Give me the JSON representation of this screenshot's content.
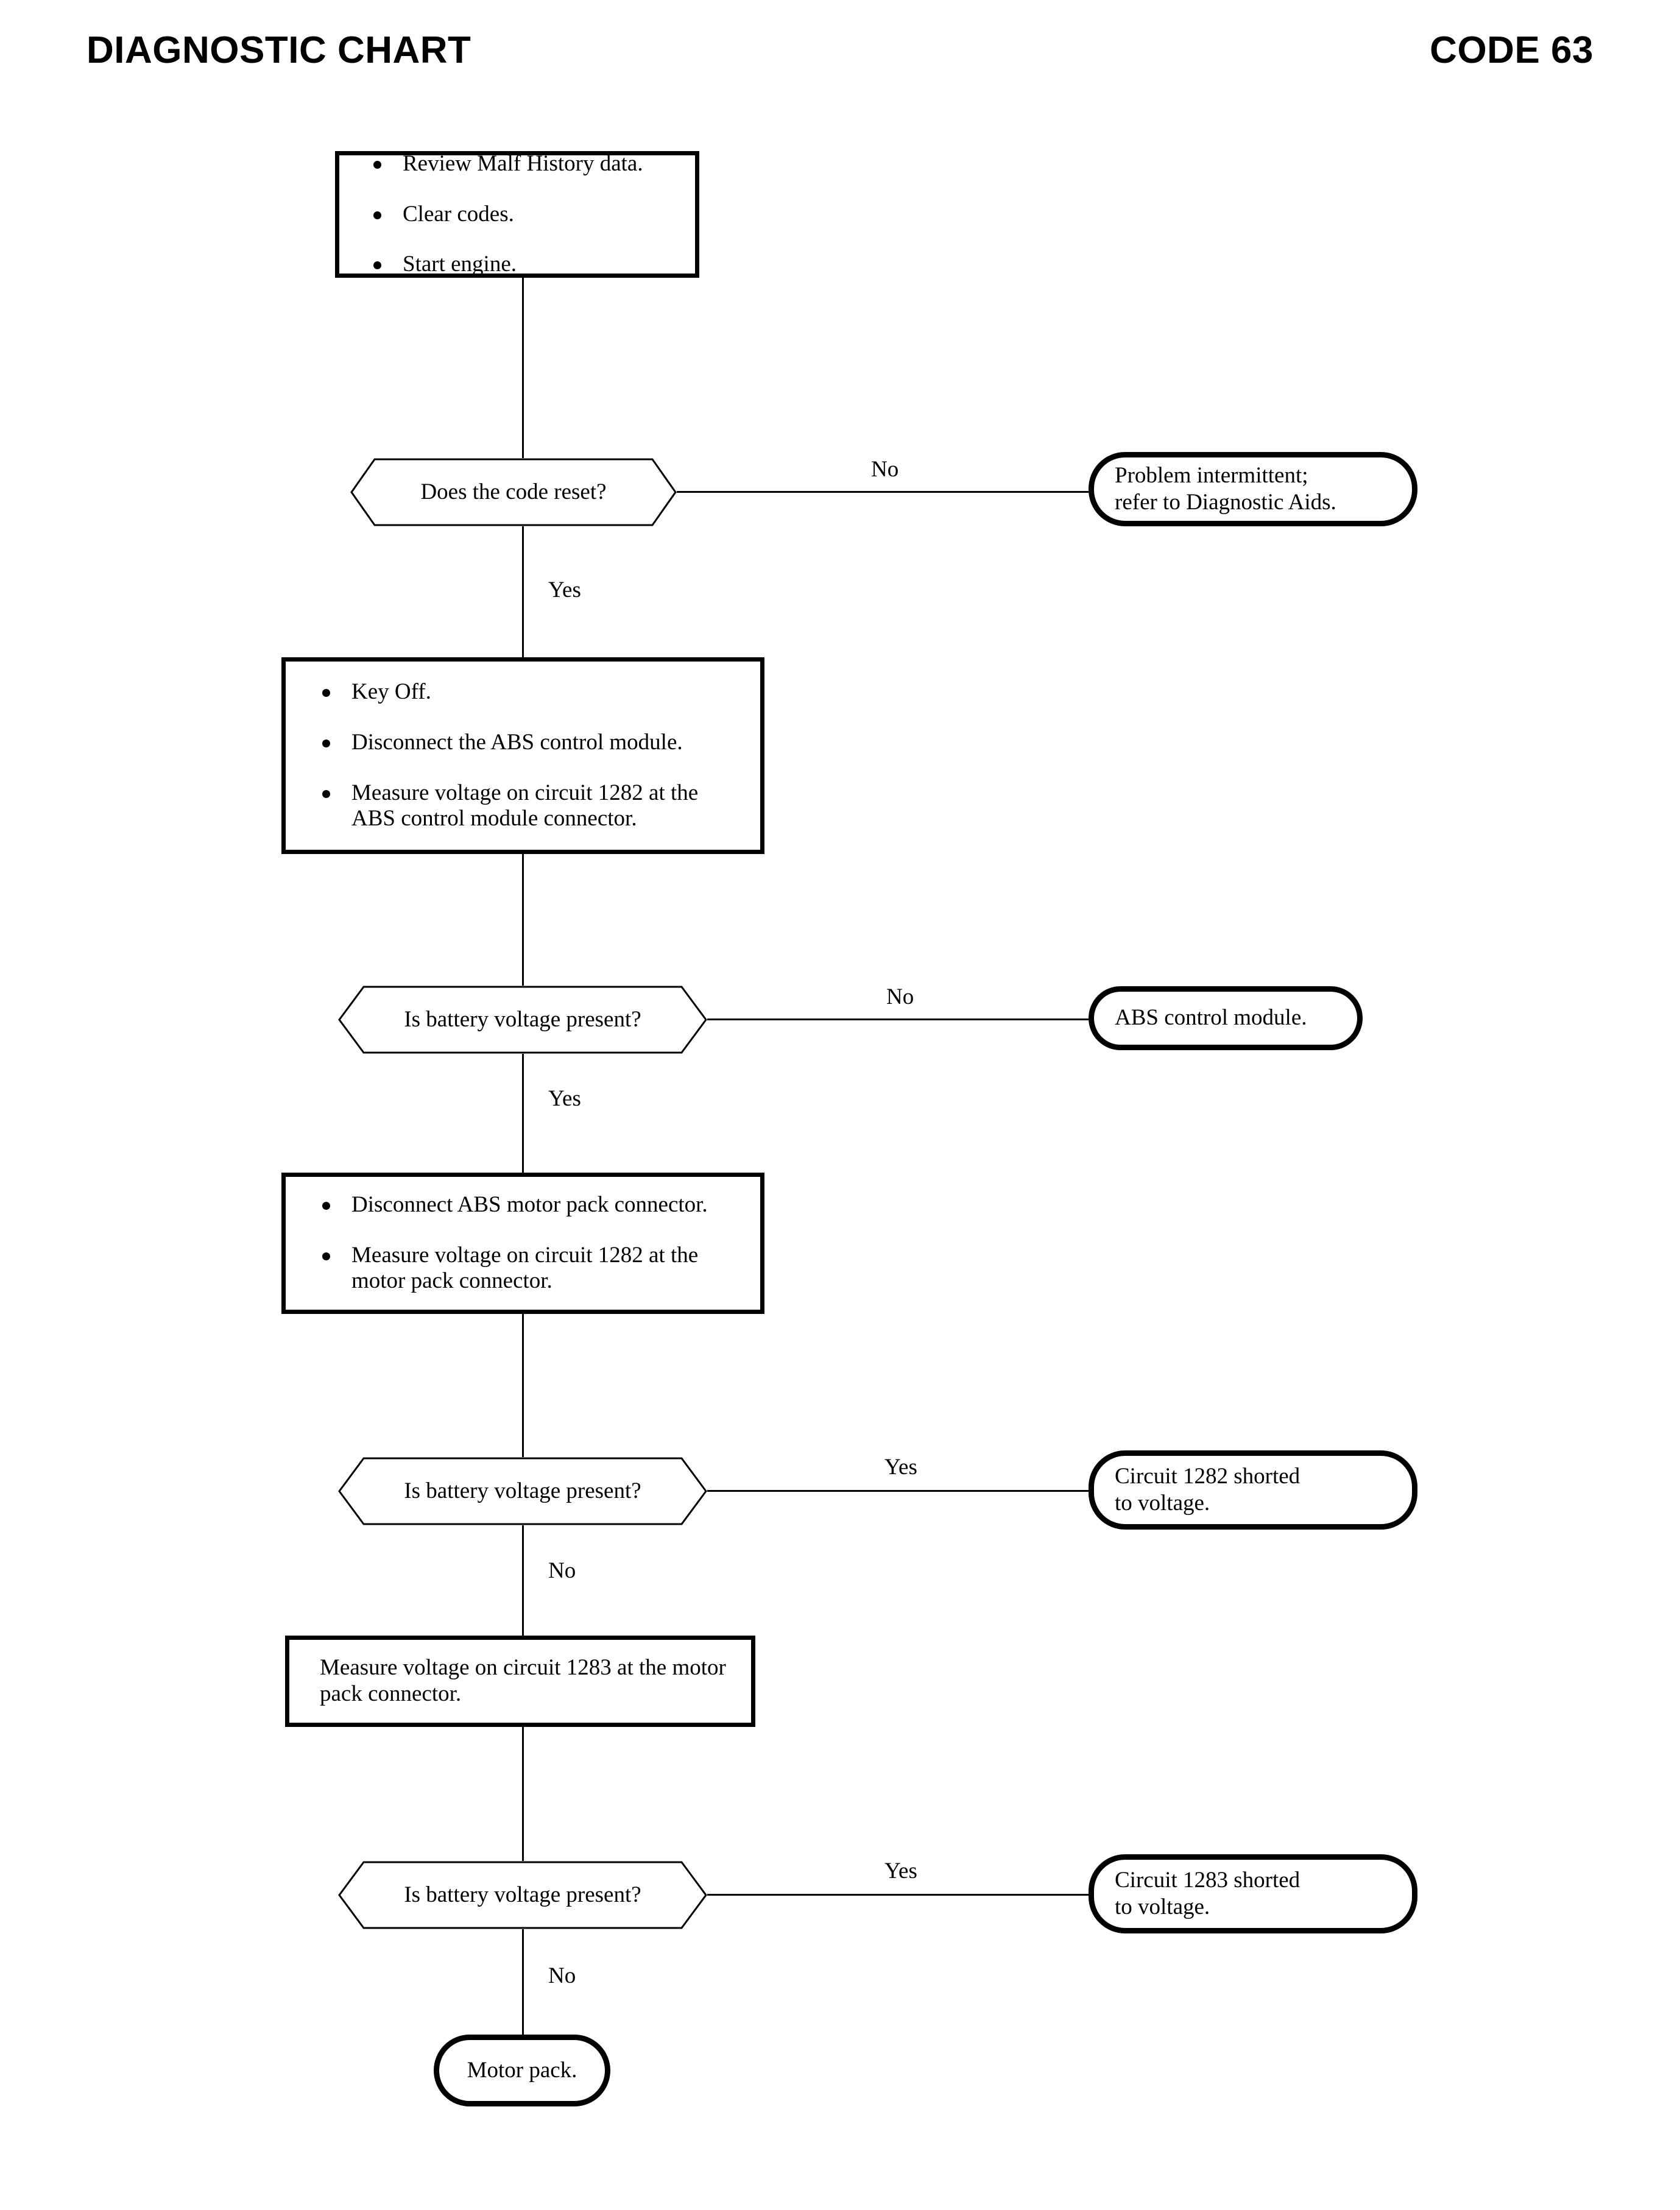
{
  "header": {
    "title": "DIAGNOSTIC CHART",
    "code": "CODE 63"
  },
  "nodes": {
    "step1": {
      "type": "process",
      "bullets": [
        "Review Malf History data.",
        "Clear codes.",
        "Start engine."
      ]
    },
    "decision1": {
      "type": "decision",
      "text": "Does the code reset?",
      "yes_label": "Yes",
      "no_label": "No"
    },
    "terminal1": {
      "type": "terminator",
      "line1": "Problem intermittent;",
      "line2": "refer to Diagnostic Aids."
    },
    "step2": {
      "type": "process",
      "bullets": [
        "Key Off.",
        "Disconnect the ABS control module.",
        "Measure voltage on circuit 1282 at the ABS control module connector."
      ]
    },
    "decision2": {
      "type": "decision",
      "text": "Is battery voltage present?",
      "yes_label": "Yes",
      "no_label": "No"
    },
    "terminal2": {
      "type": "terminator",
      "line1": "ABS control module.",
      "line2": ""
    },
    "step3": {
      "type": "process",
      "bullets": [
        "Disconnect ABS motor pack connector.",
        "Measure voltage on circuit 1282 at the motor pack connector."
      ]
    },
    "decision3": {
      "type": "decision",
      "text": "Is battery voltage present?",
      "yes_label": "Yes",
      "no_label": "No"
    },
    "terminal3": {
      "type": "terminator",
      "line1": "Circuit 1282 shorted",
      "line2": "to voltage."
    },
    "step4": {
      "type": "process",
      "text": "Measure voltage on circuit 1283 at the motor pack connector."
    },
    "decision4": {
      "type": "decision",
      "text": "Is battery voltage present?",
      "yes_label": "Yes",
      "no_label": "No"
    },
    "terminal4": {
      "type": "terminator",
      "line1": "Circuit 1283 shorted",
      "line2": "to voltage."
    },
    "terminal5": {
      "type": "terminator",
      "line1": "Motor pack."
    }
  },
  "colors": {
    "ink": "#000000",
    "paper": "#ffffff"
  }
}
